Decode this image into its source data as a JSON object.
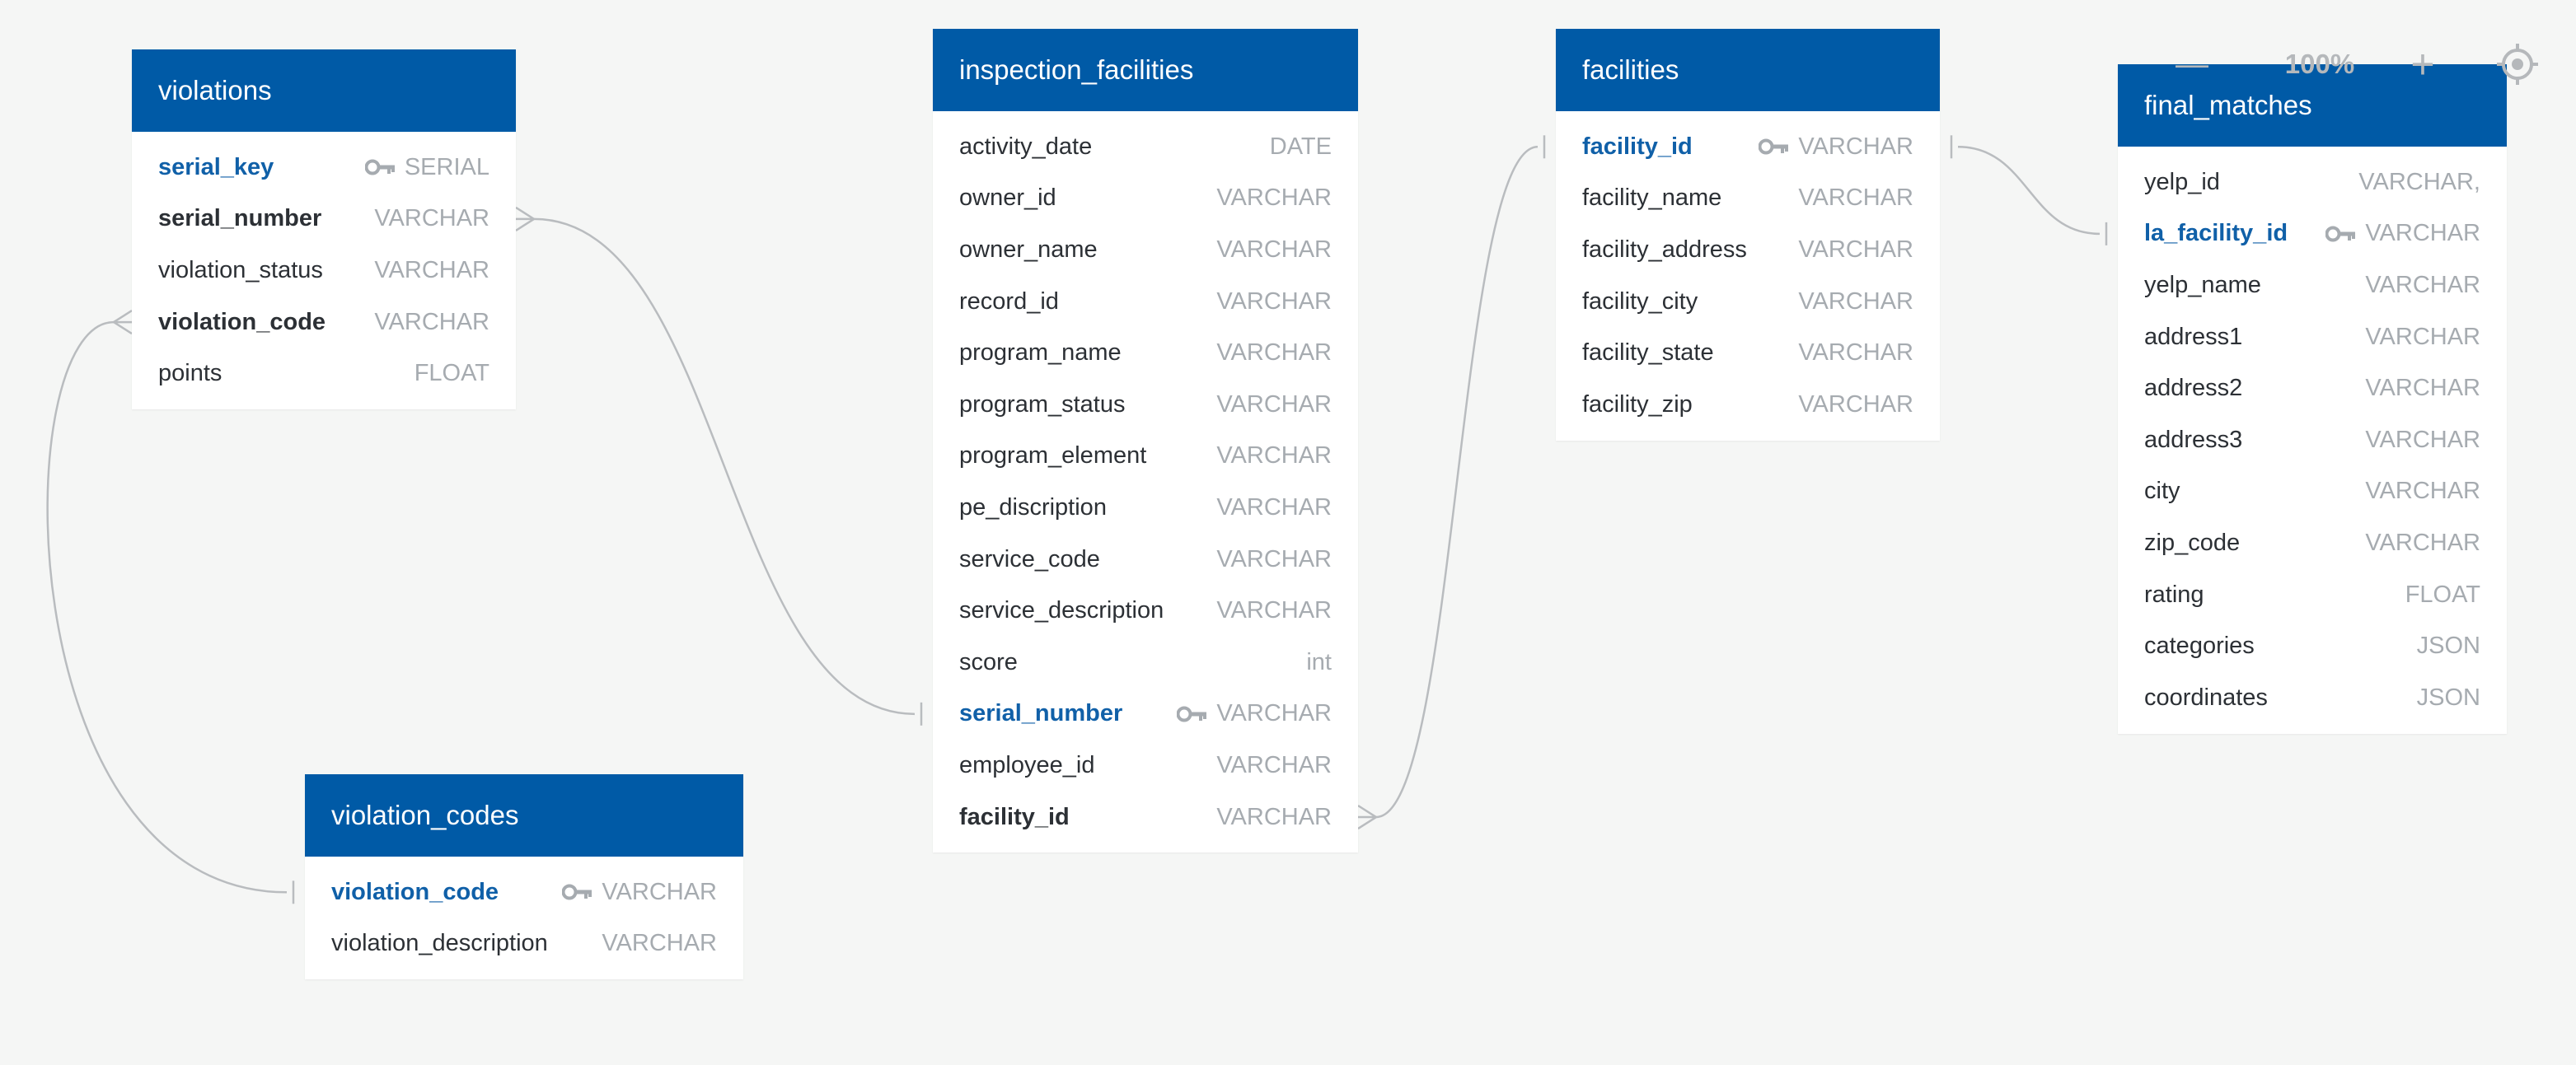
{
  "colors": {
    "background": "#f5f6f5",
    "header": "#005aa6",
    "primary_key_text": "#1060a8",
    "type_text": "#a6abb0",
    "connector": "#b9bcbf"
  },
  "tables": [
    {
      "name": "violations",
      "fields": [
        {
          "name": "serial_key",
          "type": "SERIAL",
          "style": "pk",
          "key": true
        },
        {
          "name": "serial_number",
          "type": "VARCHAR",
          "style": "bold",
          "key": false
        },
        {
          "name": "violation_status",
          "type": "VARCHAR",
          "style": "normal",
          "key": false
        },
        {
          "name": "violation_code",
          "type": "VARCHAR",
          "style": "bold",
          "key": false
        },
        {
          "name": "points",
          "type": "FLOAT",
          "style": "normal",
          "key": false
        }
      ]
    },
    {
      "name": "violation_codes",
      "fields": [
        {
          "name": "violation_code",
          "type": "VARCHAR",
          "style": "pk",
          "key": true
        },
        {
          "name": "violation_description",
          "type": "VARCHAR",
          "style": "normal",
          "key": false
        }
      ]
    },
    {
      "name": "inspection_facilities",
      "fields": [
        {
          "name": "activity_date",
          "type": "DATE",
          "style": "normal",
          "key": false
        },
        {
          "name": "owner_id",
          "type": "VARCHAR",
          "style": "normal",
          "key": false
        },
        {
          "name": "owner_name",
          "type": "VARCHAR",
          "style": "normal",
          "key": false
        },
        {
          "name": "record_id",
          "type": "VARCHAR",
          "style": "normal",
          "key": false
        },
        {
          "name": "program_name",
          "type": "VARCHAR",
          "style": "normal",
          "key": false
        },
        {
          "name": "program_status",
          "type": "VARCHAR",
          "style": "normal",
          "key": false
        },
        {
          "name": "program_element",
          "type": "VARCHAR",
          "style": "normal",
          "key": false
        },
        {
          "name": "pe_discription",
          "type": "VARCHAR",
          "style": "normal",
          "key": false
        },
        {
          "name": "service_code",
          "type": "VARCHAR",
          "style": "normal",
          "key": false
        },
        {
          "name": "service_description",
          "type": "VARCHAR",
          "style": "normal",
          "key": false
        },
        {
          "name": "score",
          "type": "int",
          "style": "normal",
          "key": false
        },
        {
          "name": "serial_number",
          "type": "VARCHAR",
          "style": "pk",
          "key": true
        },
        {
          "name": "employee_id",
          "type": "VARCHAR",
          "style": "normal",
          "key": false
        },
        {
          "name": "facility_id",
          "type": "VARCHAR",
          "style": "bold",
          "key": false
        }
      ]
    },
    {
      "name": "facilities",
      "fields": [
        {
          "name": "facility_id",
          "type": "VARCHAR",
          "style": "pk",
          "key": true
        },
        {
          "name": "facility_name",
          "type": "VARCHAR",
          "style": "normal",
          "key": false
        },
        {
          "name": "facility_address",
          "type": "VARCHAR",
          "style": "normal",
          "key": false
        },
        {
          "name": "facility_city",
          "type": "VARCHAR",
          "style": "normal",
          "key": false
        },
        {
          "name": "facility_state",
          "type": "VARCHAR",
          "style": "normal",
          "key": false
        },
        {
          "name": "facility_zip",
          "type": "VARCHAR",
          "style": "normal",
          "key": false
        }
      ]
    },
    {
      "name": "final_matches",
      "fields": [
        {
          "name": "yelp_id",
          "type": "VARCHAR,",
          "style": "normal",
          "key": false
        },
        {
          "name": "la_facility_id",
          "type": "VARCHAR",
          "style": "pk",
          "key": true
        },
        {
          "name": "yelp_name",
          "type": "VARCHAR",
          "style": "normal",
          "key": false
        },
        {
          "name": "address1",
          "type": "VARCHAR",
          "style": "normal",
          "key": false
        },
        {
          "name": "address2",
          "type": "VARCHAR",
          "style": "normal",
          "key": false
        },
        {
          "name": "address3",
          "type": "VARCHAR",
          "style": "normal",
          "key": false
        },
        {
          "name": "city",
          "type": "VARCHAR",
          "style": "normal",
          "key": false
        },
        {
          "name": "zip_code",
          "type": "VARCHAR",
          "style": "normal",
          "key": false
        },
        {
          "name": "rating",
          "type": "FLOAT",
          "style": "normal",
          "key": false
        },
        {
          "name": "categories",
          "type": "JSON",
          "style": "normal",
          "key": false
        },
        {
          "name": "coordinates",
          "type": "JSON",
          "style": "normal",
          "key": false
        }
      ]
    }
  ],
  "relationships": [
    {
      "from_table": "violations",
      "from_field": "serial_number",
      "from_end": "many",
      "to_table": "inspection_facilities",
      "to_field": "serial_number",
      "to_end": "one"
    },
    {
      "from_table": "violations",
      "from_field": "violation_code",
      "from_end": "many",
      "to_table": "violation_codes",
      "to_field": "violation_code",
      "to_end": "one"
    },
    {
      "from_table": "inspection_facilities",
      "from_field": "facility_id",
      "from_end": "many",
      "to_table": "facilities",
      "to_field": "facility_id",
      "to_end": "one"
    },
    {
      "from_table": "facilities",
      "from_field": "facility_id",
      "from_end": "one",
      "to_table": "final_matches",
      "to_field": "la_facility_id",
      "to_end": "one"
    }
  ],
  "zoom": {
    "minus_icon": "minus-icon",
    "level": "100%",
    "plus_icon": "plus-icon",
    "recenter_icon": "crosshair-icon"
  }
}
